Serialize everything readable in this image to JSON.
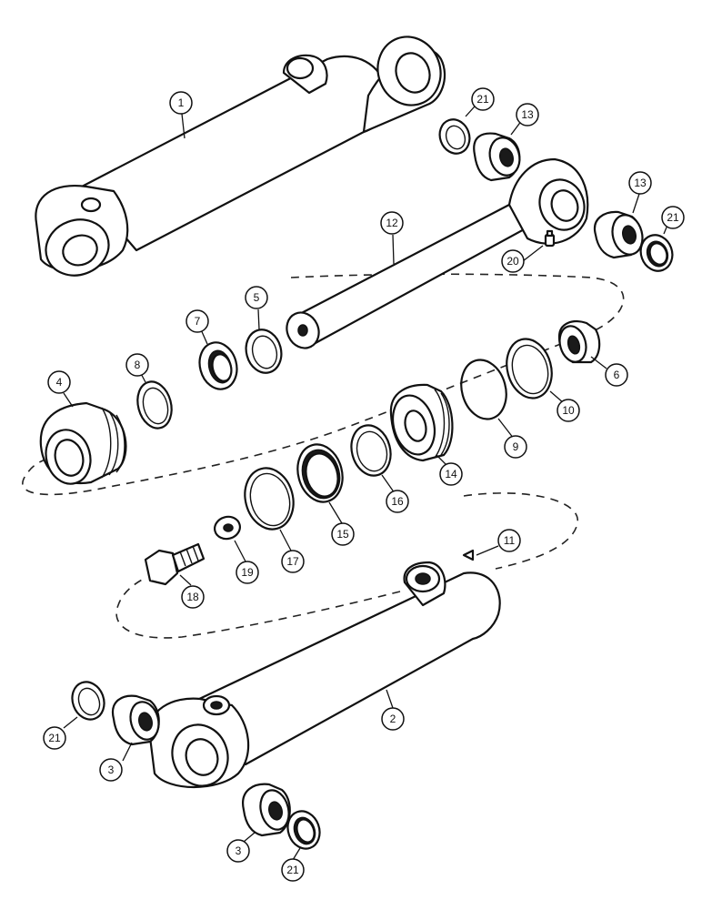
{
  "callouts": [
    {
      "id": "c1",
      "label": "1"
    },
    {
      "id": "c2",
      "label": "2"
    },
    {
      "id": "c3a",
      "label": "3"
    },
    {
      "id": "c3b",
      "label": "3"
    },
    {
      "id": "c4",
      "label": "4"
    },
    {
      "id": "c5",
      "label": "5"
    },
    {
      "id": "c6",
      "label": "6"
    },
    {
      "id": "c7",
      "label": "7"
    },
    {
      "id": "c8",
      "label": "8"
    },
    {
      "id": "c9",
      "label": "9"
    },
    {
      "id": "c10",
      "label": "10"
    },
    {
      "id": "c11",
      "label": "11"
    },
    {
      "id": "c12",
      "label": "12"
    },
    {
      "id": "c13a",
      "label": "13"
    },
    {
      "id": "c13b",
      "label": "13"
    },
    {
      "id": "c14",
      "label": "14"
    },
    {
      "id": "c15",
      "label": "15"
    },
    {
      "id": "c16",
      "label": "16"
    },
    {
      "id": "c17",
      "label": "17"
    },
    {
      "id": "c18",
      "label": "18"
    },
    {
      "id": "c19",
      "label": "19"
    },
    {
      "id": "c20",
      "label": "20"
    },
    {
      "id": "c21a",
      "label": "21"
    },
    {
      "id": "c21b",
      "label": "21"
    },
    {
      "id": "c21c",
      "label": "21"
    },
    {
      "id": "c21d",
      "label": "21"
    }
  ]
}
